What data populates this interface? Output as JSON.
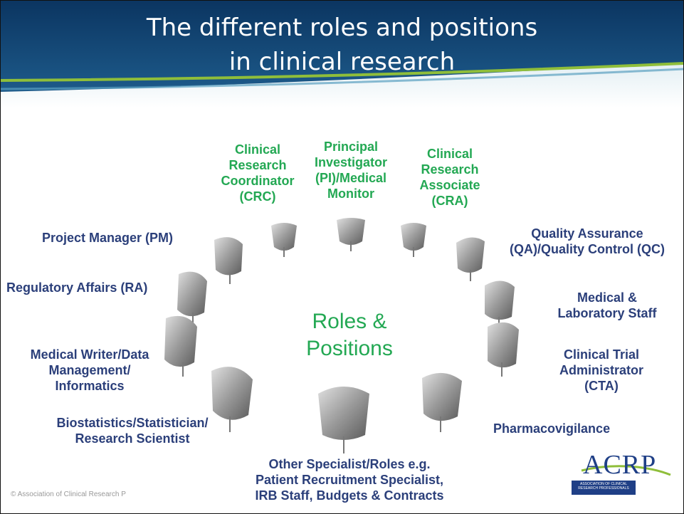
{
  "title": {
    "line1": "The different roles and positions",
    "line2": "in clinical research"
  },
  "center_label": {
    "line1": "Roles &",
    "line2": "Positions"
  },
  "roles": {
    "crc": [
      "Clinical",
      "Research",
      "Coordinator",
      "(CRC)"
    ],
    "pi": [
      "Principal",
      "Investigator",
      "(PI)/Medical",
      "Monitor"
    ],
    "cra": [
      "Clinical",
      "Research",
      "Associate",
      "(CRA)"
    ],
    "pm": [
      "Project Manager (PM)"
    ],
    "qa": [
      "Quality Assurance",
      "(QA)/Quality Control (QC)"
    ],
    "ra": [
      "Regulatory Affairs (RA)"
    ],
    "medlab": [
      "Medical &",
      "Laboratory Staff"
    ],
    "writer": [
      "Medical Writer/Data",
      "Management/",
      "Informatics"
    ],
    "cta": [
      "Clinical Trial",
      "Administrator",
      "(CTA)"
    ],
    "biostat": [
      "Biostatistics/Statistician/",
      "Research Scientist"
    ],
    "pv": [
      "Pharmacovigilance"
    ],
    "other": [
      "Other Specialist/Roles e.g.",
      "Patient Recruitment Specialist,",
      "IRB Staff, Budgets & Contracts"
    ]
  },
  "footer": "© Association of Clinical Research P",
  "logo": {
    "name": "ACRP",
    "subtitle": "ASSOCIATION OF CLINICAL RESEARCH PROFESSIONALS"
  },
  "colors": {
    "header_dark": "#0e3d6b",
    "header_light": "#3d7fa8",
    "accent_green": "#23a853",
    "role_blue": "#2b3f7a"
  },
  "icons": [
    "chair-icon",
    "acrp-logo"
  ]
}
